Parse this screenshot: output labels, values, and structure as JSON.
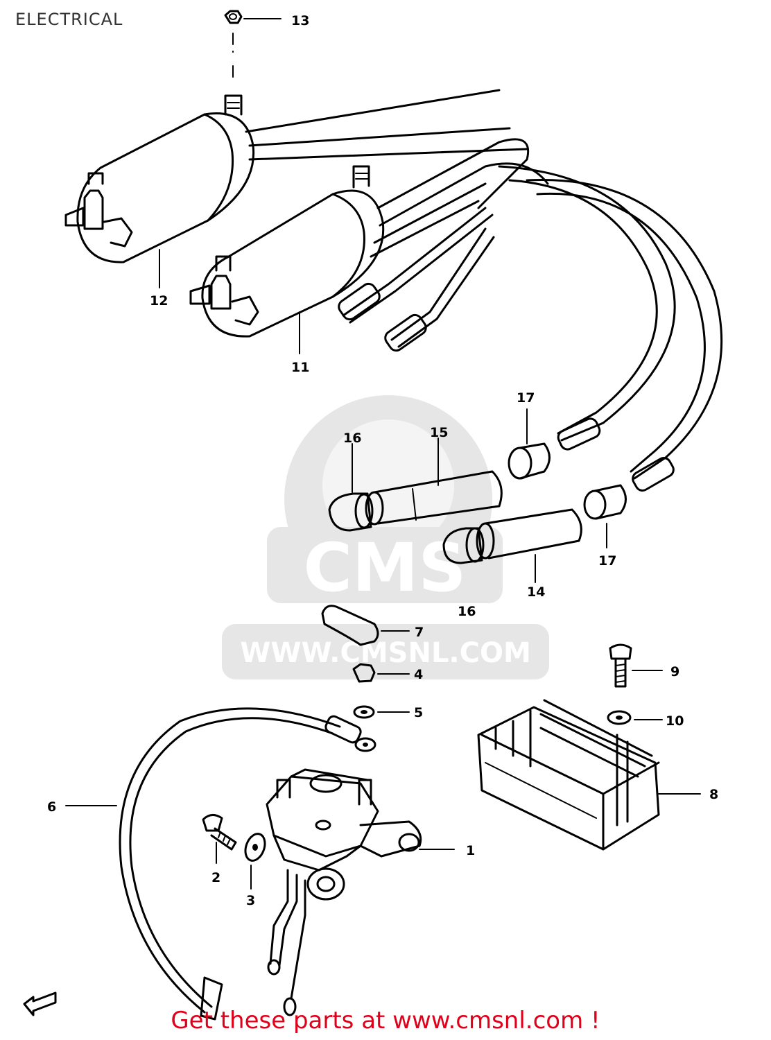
{
  "header": {
    "title": "ELECTRICAL"
  },
  "footer": {
    "text": "Get these parts at www.cmsnl.com !"
  },
  "watermark": {
    "logo": "CMS",
    "url": "WWW.CMSNL.COM"
  },
  "callouts": [
    {
      "id": "c1",
      "label": "1"
    },
    {
      "id": "c2",
      "label": "2"
    },
    {
      "id": "c3",
      "label": "3"
    },
    {
      "id": "c4",
      "label": "4"
    },
    {
      "id": "c5",
      "label": "5"
    },
    {
      "id": "c6",
      "label": "6"
    },
    {
      "id": "c7",
      "label": "7"
    },
    {
      "id": "c8",
      "label": "8"
    },
    {
      "id": "c9",
      "label": "9"
    },
    {
      "id": "c10",
      "label": "10"
    },
    {
      "id": "c11",
      "label": "11"
    },
    {
      "id": "c12",
      "label": "12"
    },
    {
      "id": "c13",
      "label": "13"
    },
    {
      "id": "c14",
      "label": "14"
    },
    {
      "id": "c15",
      "label": "15"
    },
    {
      "id": "c16a",
      "label": "16"
    },
    {
      "id": "c16b",
      "label": "16"
    },
    {
      "id": "c17a",
      "label": "17"
    },
    {
      "id": "c17b",
      "label": "17"
    }
  ]
}
